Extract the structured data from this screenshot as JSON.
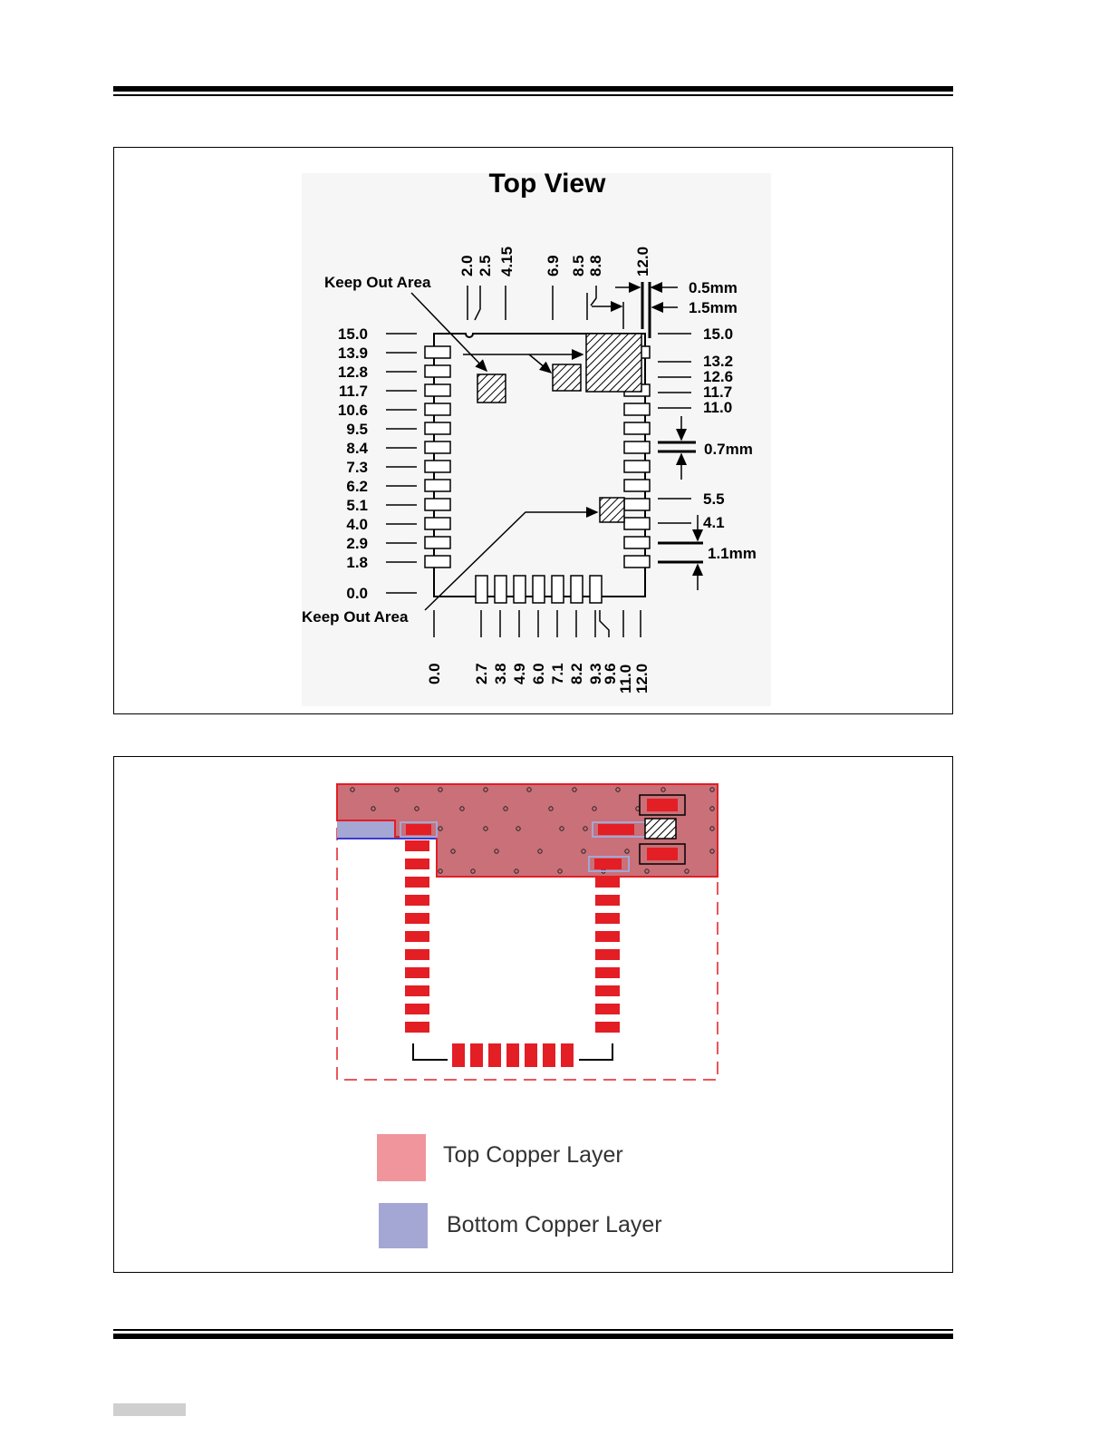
{
  "top_view": {
    "title": "Top View",
    "keep_out_label_top": "Keep Out Area",
    "keep_out_label_bottom": "Keep Out Area",
    "left_dims": [
      "15.0",
      "13.9",
      "12.8",
      "11.7",
      "10.6",
      "9.5",
      "8.4",
      "7.3",
      "6.2",
      "5.1",
      "4.0",
      "2.9",
      "1.8",
      "0.0"
    ],
    "top_dims": [
      "2.0",
      "2.5",
      "4.15",
      "6.9",
      "8.5",
      "8.8",
      "12.0"
    ],
    "right_dims": [
      "15.0",
      "13.2",
      "12.6",
      "11.7",
      "11.0",
      "5.5",
      "4.1"
    ],
    "bottom_dims": [
      "0.0",
      "2.7",
      "3.8",
      "4.9",
      "6.0",
      "7.1",
      "8.2",
      "9.3",
      "9.6",
      "11.0",
      "12.0"
    ],
    "callout_0_5": "0.5mm",
    "callout_1_5": "1.5mm",
    "callout_0_7": "0.7mm",
    "callout_1_1": "1.1mm"
  },
  "legend": {
    "top_copper": "Top Copper Layer",
    "bottom_copper": "Bottom Copper Layer",
    "top_copper_color": "#f0959c",
    "bottom_copper_color": "#a4a6d4"
  },
  "colors": {
    "pad_red": "#e31e24",
    "copper_fill": "#c97079",
    "outline_red": "#e31e24"
  }
}
